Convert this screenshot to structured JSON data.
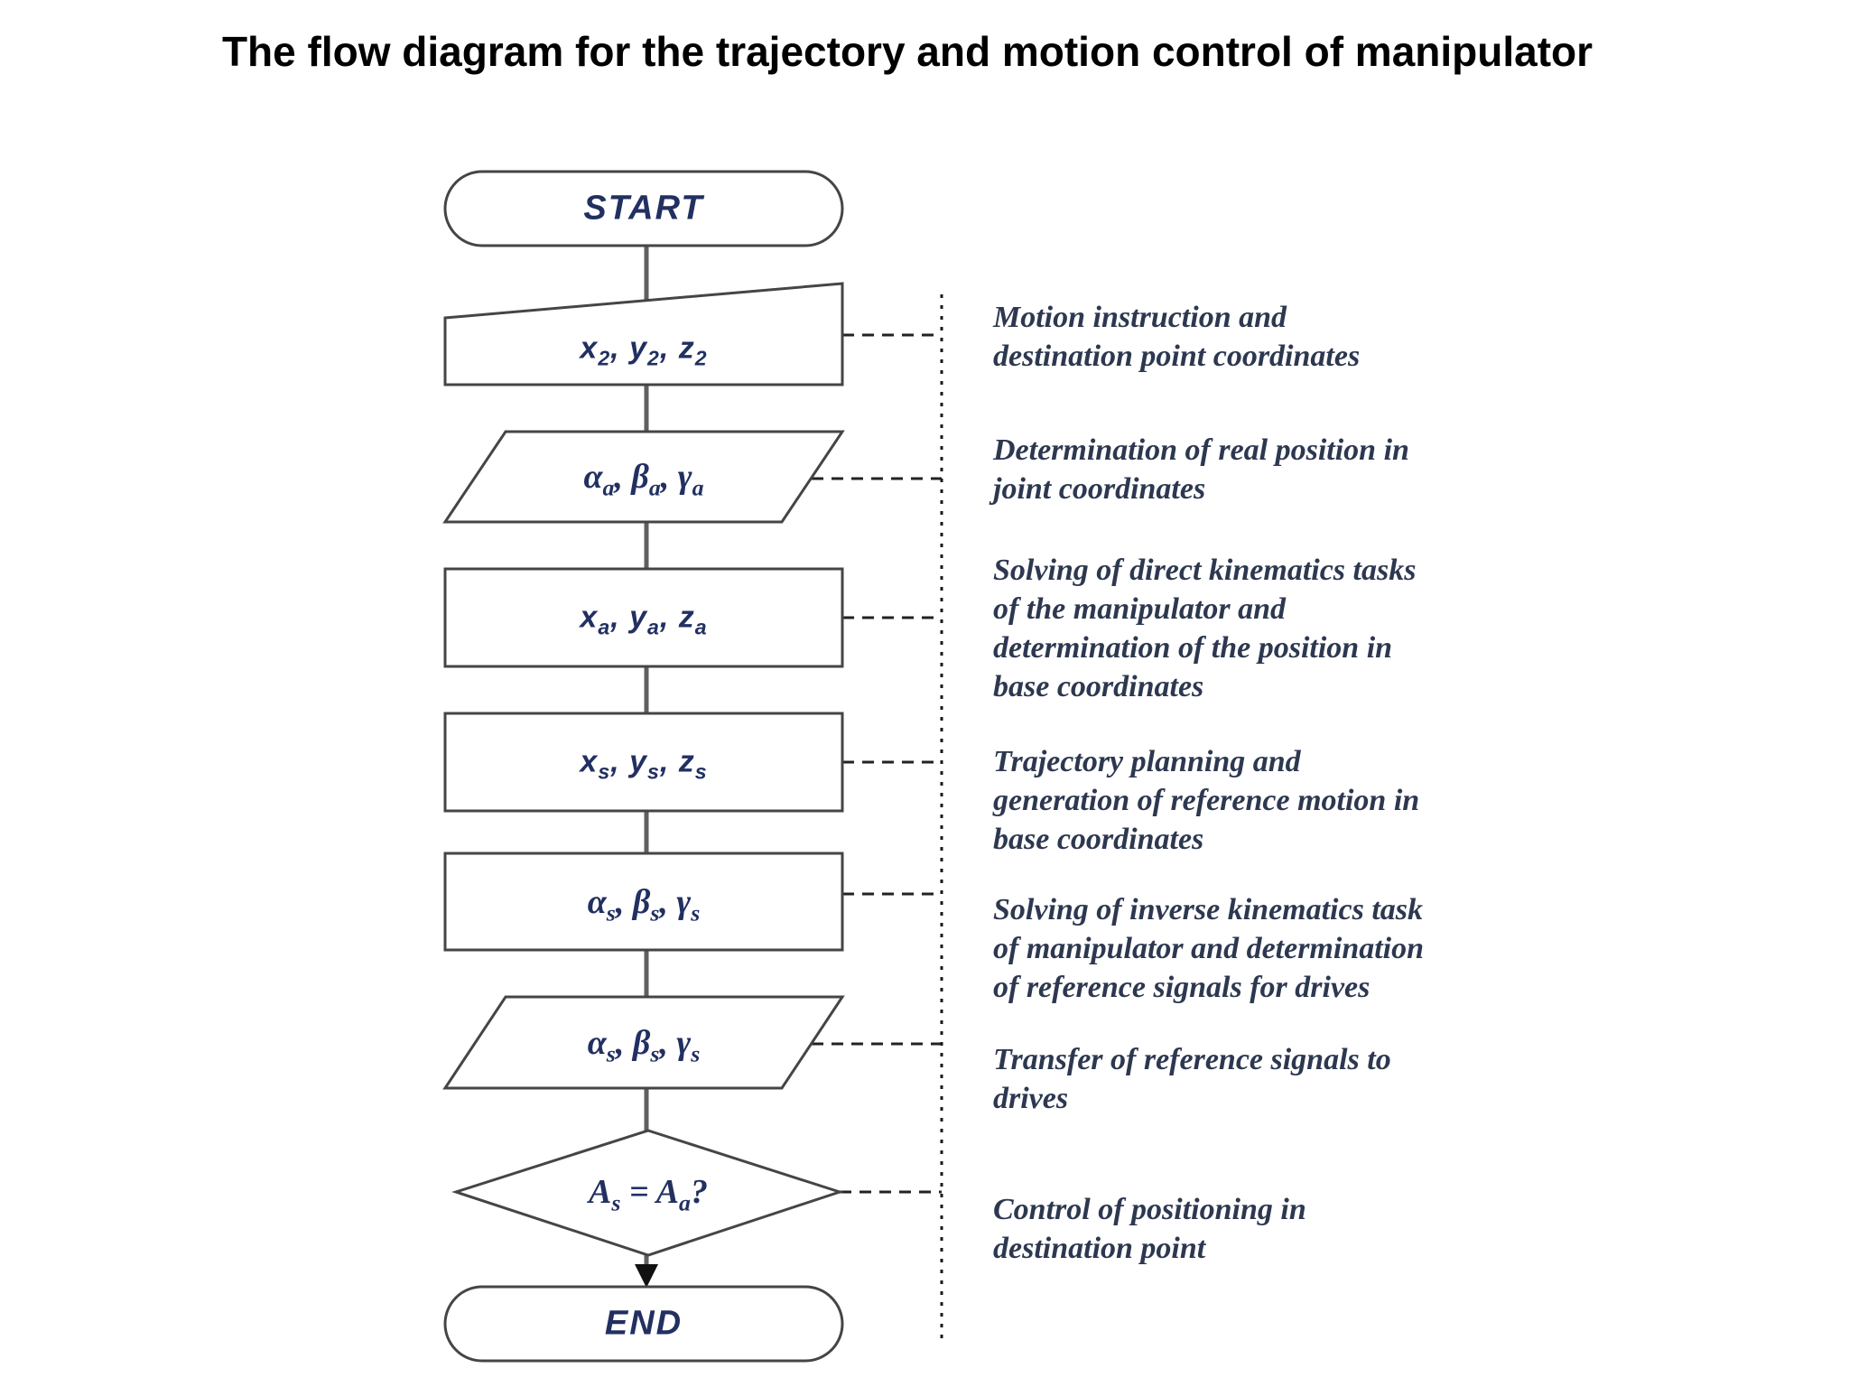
{
  "title": "The flow diagram for the trajectory and motion control of manipulator",
  "colors": {
    "background": "#ffffff",
    "shape_border": "#454545",
    "flow_line": "#5f5f5f",
    "dashed_line": "#222222",
    "title_ink": "#000000",
    "shape_label_ink": "#223061",
    "annotation_ink": "#2d3850"
  },
  "flowchart": {
    "start_label": "START",
    "end_label": "END",
    "nodes": [
      {
        "shape": "manual-input",
        "label": "x_2, y_2, z_2"
      },
      {
        "shape": "parallelogram",
        "label": "α_a, β_a, γ_a"
      },
      {
        "shape": "rectangle",
        "label": "x_a, y_a, z_a"
      },
      {
        "shape": "rectangle",
        "label": "x_s, y_s, z_s"
      },
      {
        "shape": "rectangle",
        "label": "α_s, β_s, γ_s"
      },
      {
        "shape": "parallelogram",
        "label": "α_s, β_s, γ_s"
      },
      {
        "shape": "decision",
        "label": "A_s = A_a?"
      }
    ],
    "annotations": [
      "Motion instruction and\ndestination point coordinates",
      "Determination of real position in\njoint coordinates",
      "Solving of direct kinematics tasks\nof the manipulator and\ndetermination of the position in\nbase coordinates",
      "Trajectory planning and\ngeneration of reference motion in\nbase coordinates",
      "Solving of inverse kinematics task\nof manipulator and determination\nof reference signals for drives",
      "Transfer of reference signals to\ndrives",
      "Control of positioning in\ndestination point"
    ]
  }
}
